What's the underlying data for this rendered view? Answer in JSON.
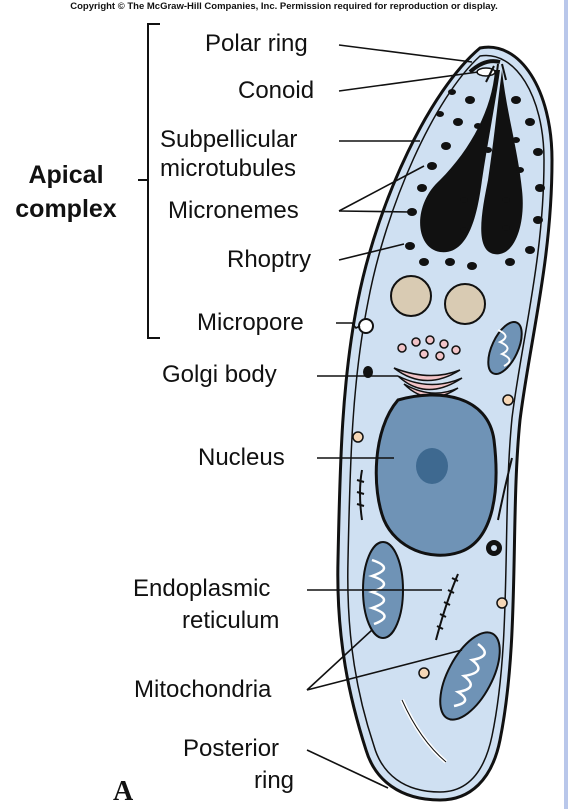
{
  "copyright": "Copyright © The McGraw-Hill Companies, Inc. Permission required for reproduction or display.",
  "group_label": {
    "line1": "Apical",
    "line2": "complex"
  },
  "labels": {
    "polar_ring": "Polar ring",
    "conoid": "Conoid",
    "subpellicular_1": "Subpellicular",
    "subpellicular_2": "microtubules",
    "micronemes": "Micronemes",
    "rhoptry": "Rhoptry",
    "micropore": "Micropore",
    "golgi_body": "Golgi body",
    "nucleus": "Nucleus",
    "er_1": "Endoplasmic",
    "er_2": "reticulum",
    "mitochondria": "Mitochondria",
    "posterior_1": "Posterior",
    "posterior_2": "ring"
  },
  "figure_letter": "A",
  "colors": {
    "cytoplasm": "#cfe0f2",
    "nucleus": "#6f93b6",
    "nucleolus": "#3e6990",
    "golgi": "#f2c4c8",
    "granule": "#d9cbb3",
    "ink": "#111111"
  }
}
